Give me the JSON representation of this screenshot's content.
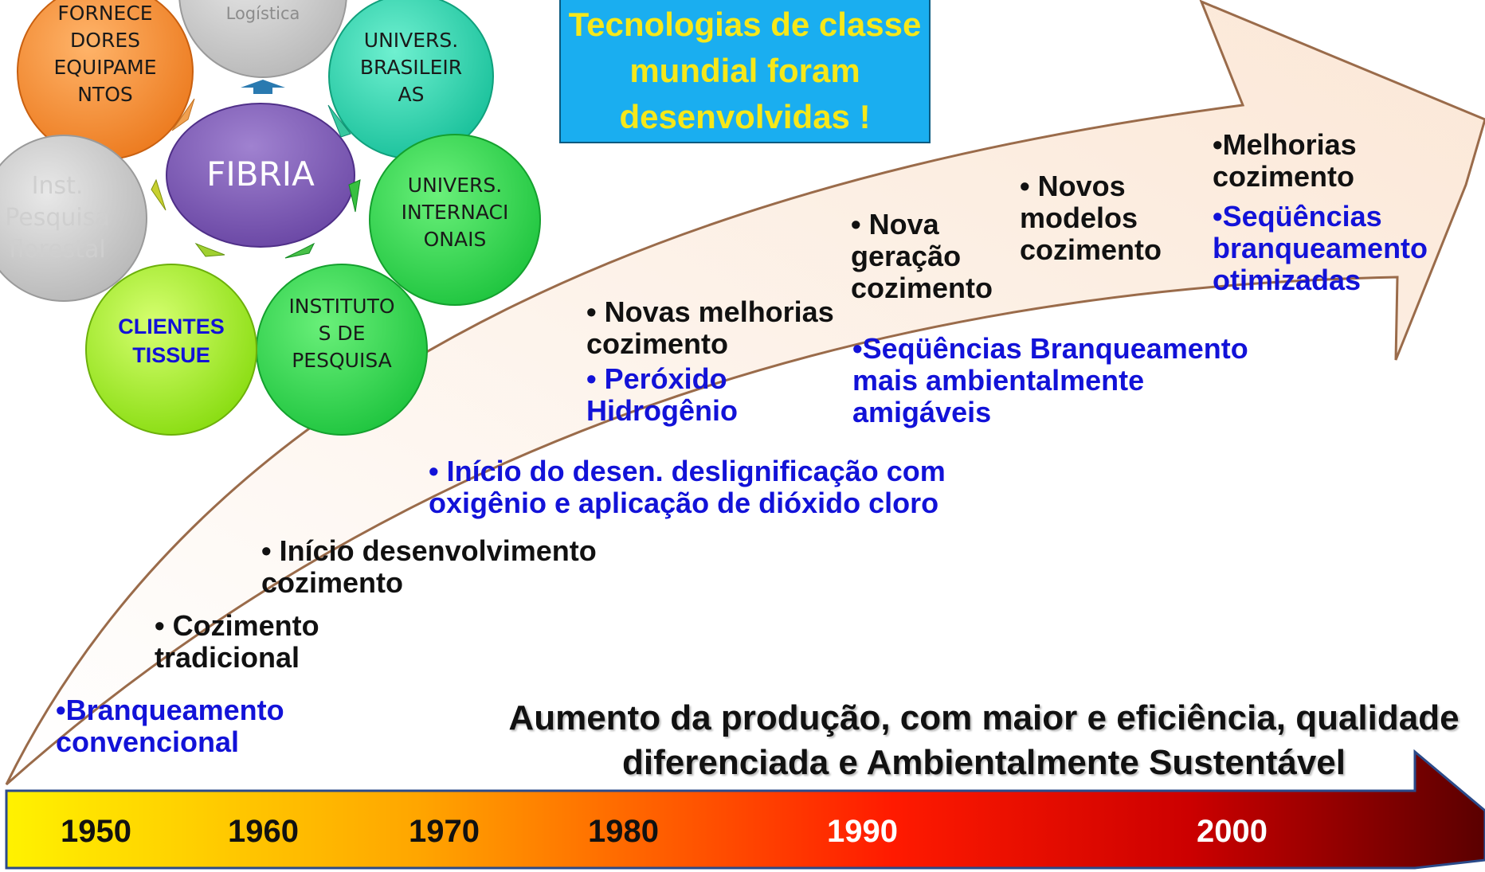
{
  "callout": {
    "text": "Tecnologias de classe\nmundial foram\ndesenvolvidas !",
    "bg_color": "#1aaef0",
    "text_color": "#f6e81a"
  },
  "network": {
    "center": "FIBRIA",
    "nodes": {
      "fornecedores": "FORNECE\nDORES\nEQUIPAME\nNTOS",
      "logistica": "Logística",
      "univ_brasileiras": "UNIVERS.\nBRASILEIR\nAS",
      "univ_internacionais": "UNIVERS.\nINTERNACI\nONAIS",
      "institutos": "INSTITUTO\nS DE\nPESQUISA",
      "clientes": "CLIENTES\nTISSUE",
      "inst_florestal": "Inst.\nPesquisa\nflorestal"
    }
  },
  "milestones": {
    "branqueamento_convencional": "•Branqueamento\nconvencional",
    "cozimento_tradicional": "• Cozimento\ntradicional",
    "inicio_cozimento": "• Início desenvolvimento\ncozimento",
    "inicio_deslignificacao": "• Início do desen. deslignificação com\noxigênio e aplicação de dióxido cloro",
    "novas_melhorias": "• Novas melhorias\ncozimento",
    "peroxido": "• Peróxido\nHidrogênio",
    "nova_geracao": "• Nova\ngeração\ncozimento",
    "sequencias_ambientais": "•Seqüências Branqueamento\nmais ambientalmente\namigáveis",
    "novos_modelos": "• Novos\nmodelos\ncozimento",
    "melhorias_cozimento": "•Melhorias\ncozimento",
    "sequencias_otimizadas": "•Seqüências\nbranqueamento\notimizadas"
  },
  "headline": "Aumento da produção, com maior e eficiência, qualidade\ndiferenciada e Ambientalmente Sustentável",
  "timeline": {
    "years": [
      "1950",
      "1960",
      "1970",
      "1980",
      "1990",
      "2000"
    ],
    "gradient": [
      "#fff200",
      "#ffa500",
      "#ff1a00",
      "#cc0000",
      "#5a0000"
    ]
  },
  "colors": {
    "milestone_dark": "#111111",
    "milestone_blue": "#1212d8"
  }
}
